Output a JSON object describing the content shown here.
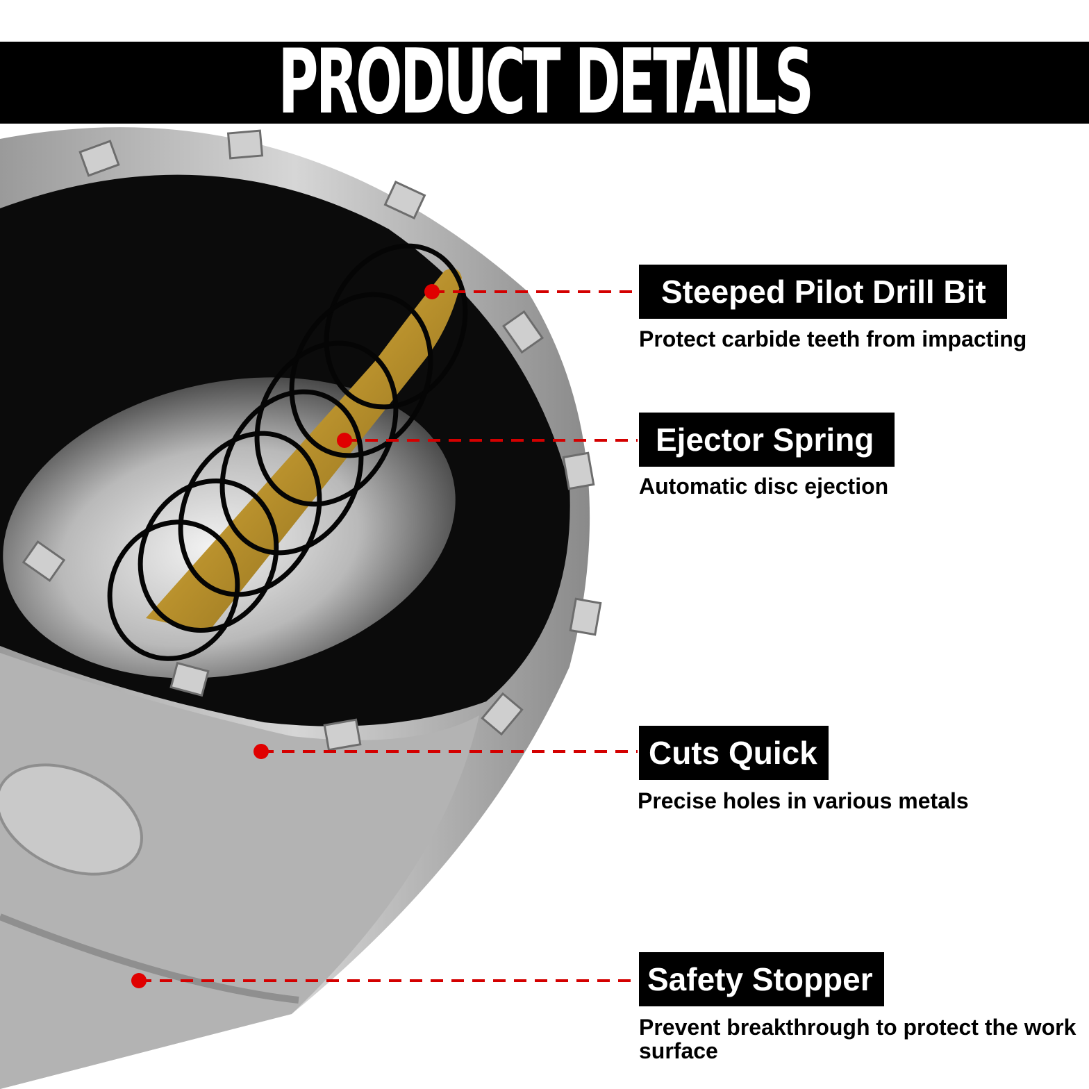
{
  "header": {
    "title": "PRODUCT DETAILS"
  },
  "colors": {
    "callout_line": "#d40000",
    "label_bg": "#000000",
    "label_text": "#ffffff"
  },
  "features": [
    {
      "label": "Steeped Pilot Drill Bit",
      "description": "Protect carbide teeth from impacting"
    },
    {
      "label": "Ejector Spring",
      "description": "Automatic disc ejection"
    },
    {
      "label": "Cuts Quick",
      "description": "Precise holes in various metals"
    },
    {
      "label": "Safety Stopper",
      "description": "Prevent breakthrough to protect the work surface"
    }
  ]
}
